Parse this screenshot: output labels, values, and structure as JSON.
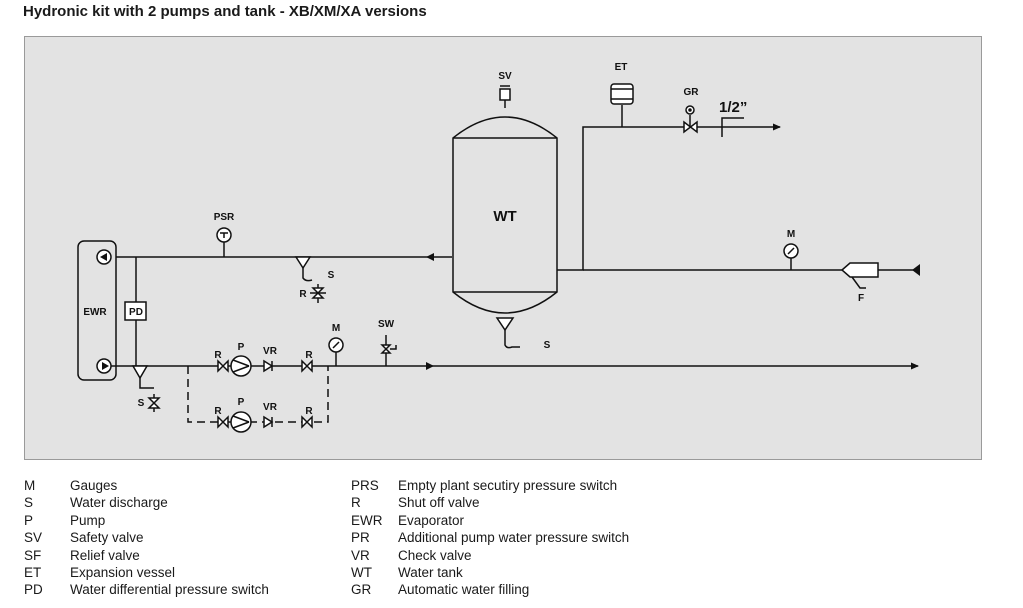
{
  "title": "Hydronic kit with 2 pumps and tank - XB/XM/XA versions",
  "diagram": {
    "labels": {
      "sv": "SV",
      "et": "ET",
      "gr": "GR",
      "pipe_size": "1/2”",
      "wt": "WT",
      "psr": "PSR",
      "s_upper": "S",
      "r_upper": "R",
      "m_right": "M",
      "f": "F",
      "ewr": "EWR",
      "pd": "PD",
      "m_mid": "M",
      "sw": "SW",
      "s_tank": "S",
      "r1": "R",
      "p1": "P",
      "vr1": "VR",
      "r2": "R",
      "s_lower": "S",
      "r3": "R",
      "p2": "P",
      "vr2": "VR",
      "r4": "R"
    }
  },
  "legend_left": [
    {
      "code": "M",
      "desc": "Gauges"
    },
    {
      "code": "S",
      "desc": "Water discharge"
    },
    {
      "code": "P",
      "desc": "Pump"
    },
    {
      "code": "SV",
      "desc": "Safety valve"
    },
    {
      "code": "SF",
      "desc": "Relief valve"
    },
    {
      "code": "ET",
      "desc": "Expansion vessel"
    },
    {
      "code": "PD",
      "desc": "Water differential pressure switch"
    }
  ],
  "legend_right": [
    {
      "code": "PRS",
      "desc": "Empty plant secutiry pressure switch"
    },
    {
      "code": "R",
      "desc": "Shut off valve"
    },
    {
      "code": "EWR",
      "desc": "Evaporator"
    },
    {
      "code": "PR",
      "desc": "Additional pump water pressure switch"
    },
    {
      "code": "VR",
      "desc": "Check valve"
    },
    {
      "code": "WT",
      "desc": "Water tank"
    },
    {
      "code": "GR",
      "desc": "Automatic water filling"
    }
  ]
}
